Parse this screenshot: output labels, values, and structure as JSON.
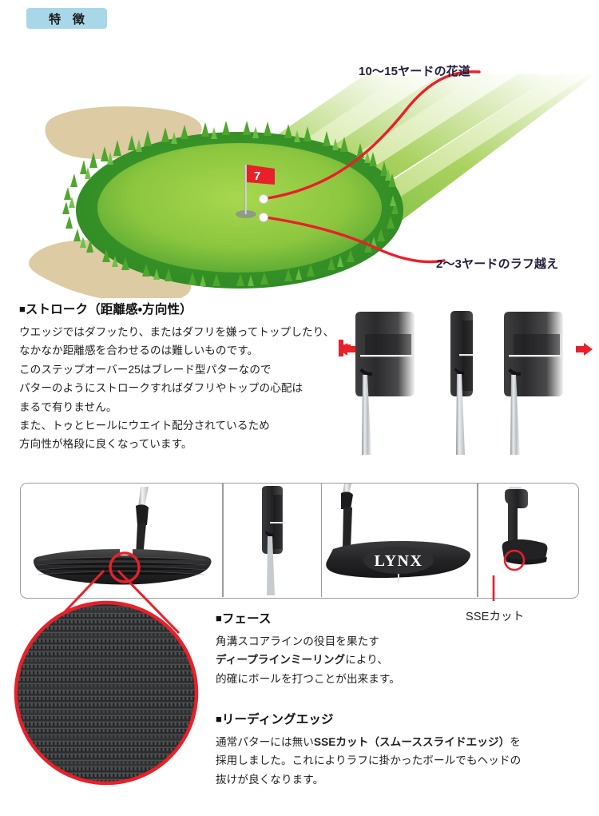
{
  "header": {
    "badge_label": "特 徴"
  },
  "illustration": {
    "approach_label": "10〜15ヤードの花道",
    "rough_label": "2〜3ヤードのラフ越え",
    "flag_number": "7",
    "colors": {
      "green": "#8cc63f",
      "green_dark": "#3faa35",
      "rough": "#4ca62c",
      "bunker": "#ddcba4",
      "path_red": "#e8202a",
      "flag_red": "#e8202a"
    }
  },
  "stroke": {
    "heading_marker": "■",
    "heading": "ストローク（距離感・方向性）",
    "lines": [
      "ウエッジではダフッたり、またはダフリを嫌ってトップしたり、",
      "なかなか距離感を合わせるのは難しいものです。",
      "このステップオーバー25はブレード型パターなので",
      "パターのようにストロークすればダフリやトップの心配は",
      "まるで有りません。",
      "また、トゥとヒールにウエイト配分されているため",
      "方向性が格段に良くなっています。"
    ]
  },
  "gallery": {
    "brand_logo": "LYNX",
    "sse_label": "SSEカット"
  },
  "face": {
    "heading_marker": "■",
    "heading": "フェース",
    "line1": "角溝スコアラインの役目を果たす",
    "line2_bold": "ディープラインミーリング",
    "line2_rest": "により、",
    "line3": "的確にボールを打つことが出来ます。"
  },
  "leading_edge": {
    "heading_marker": "■",
    "heading": "リーディングエッジ",
    "line1_a": "通常パターには無い",
    "line1_bold": "SSEカット（スムーススライドエッジ）",
    "line1_b": "を",
    "line2": "採用しました。これによりラフに掛かったボールでもヘッドの",
    "line3": "抜けが良くなります。"
  }
}
